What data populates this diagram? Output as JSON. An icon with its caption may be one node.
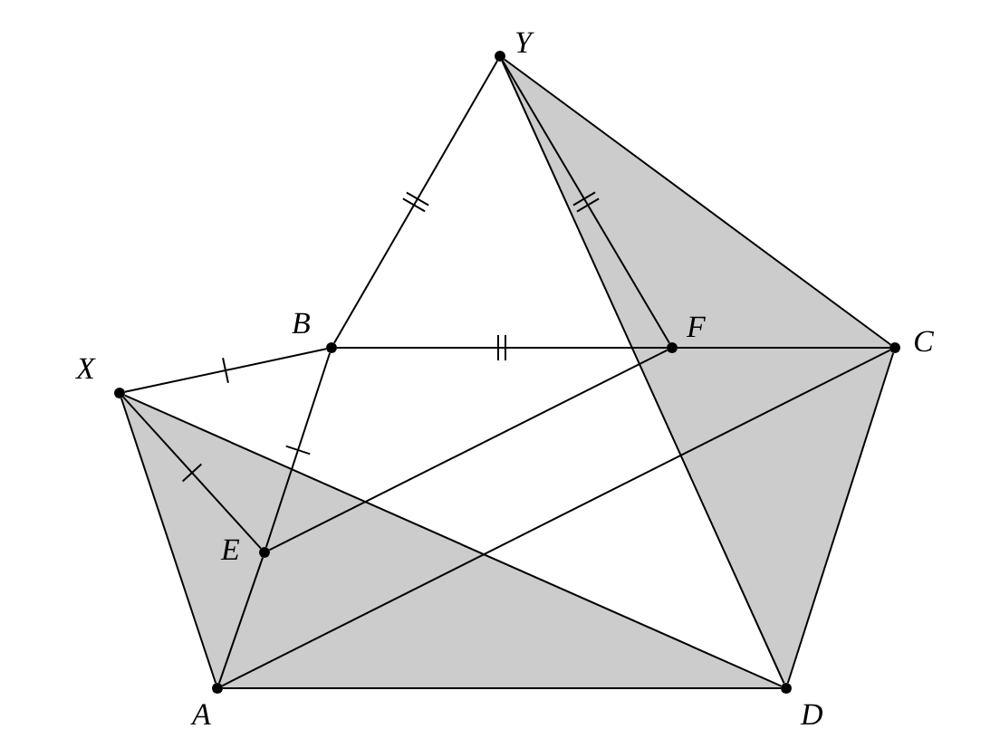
{
  "diagram": {
    "nodes": [
      {
        "text": [
          "Y"
        ]
      },
      {
        "text": [
          "B"
        ]
      },
      {
        "text": [
          "F"
        ]
      },
      {
        "text": [
          "C"
        ]
      },
      {
        "text": [
          "X"
        ]
      },
      {
        "text": [
          "E"
        ]
      },
      {
        "text": [
          "A"
        ]
      },
      {
        "text": [
          "D"
        ]
      }
    ],
    "edges": [
      {
        "from": 0,
        "to": 1,
        "arrow": "none"
      },
      {
        "from": 0,
        "to": 2,
        "arrow": "none"
      },
      {
        "from": 0,
        "to": 3,
        "arrow": "none"
      },
      {
        "from": 0,
        "to": 7,
        "arrow": "none"
      },
      {
        "from": 1,
        "to": 2,
        "arrow": "none"
      },
      {
        "from": 2,
        "to": 3,
        "arrow": "none"
      },
      {
        "from": 4,
        "to": 1,
        "arrow": "none"
      },
      {
        "from": 1,
        "to": 5,
        "arrow": "none"
      },
      {
        "from": 5,
        "to": 6,
        "arrow": "none"
      },
      {
        "from": 4,
        "to": 5,
        "arrow": "none"
      },
      {
        "from": 4,
        "to": 6,
        "arrow": "none"
      },
      {
        "from": 4,
        "to": 7,
        "arrow": "none"
      },
      {
        "from": 5,
        "to": 2,
        "arrow": "none"
      },
      {
        "from": 6,
        "to": 3,
        "arrow": "none"
      },
      {
        "from": 6,
        "to": 7,
        "arrow": "none"
      },
      {
        "from": 3,
        "to": 7,
        "arrow": "none"
      }
    ]
  }
}
